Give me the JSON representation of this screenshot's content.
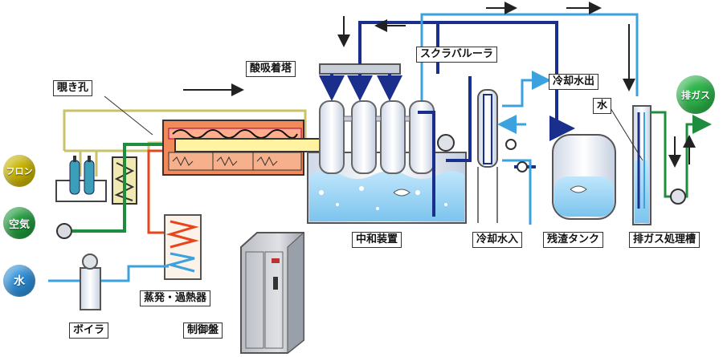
{
  "labels": {
    "peephole": "覗き孔",
    "acid_tower": "酸吸着塔",
    "scrubber": "スクラバルーラ",
    "cooling_out": "冷却水出",
    "water": "水",
    "neutralizer": "中和装置",
    "cooling_in": "冷却水入",
    "residue_tank": "残渣タンク",
    "exhaust_tank": "排ガス処理槽",
    "evaporator": "蒸発・過熱器",
    "boiler": "ボイラ",
    "control_panel": "制御盤"
  },
  "inputs": {
    "freon": "フロン",
    "air": "空気",
    "water": "水"
  },
  "output": {
    "exhaust": "排ガス"
  },
  "colors": {
    "freon_bubble": "#c8b400",
    "air_bubble": "#1e9a3c",
    "water_bubble": "#2e8fd8",
    "exhaust_bubble": "#2db34a",
    "navy_pipe": "#1a2f8c",
    "light_blue_pipe": "#3ba1df",
    "green_pipe": "#1e8e3e",
    "yellow_pipe": "#c9c26a",
    "red_pipe": "#e8451c",
    "furnace_outer": "#f08a5b",
    "furnace_inner": "#fff2a0"
  }
}
